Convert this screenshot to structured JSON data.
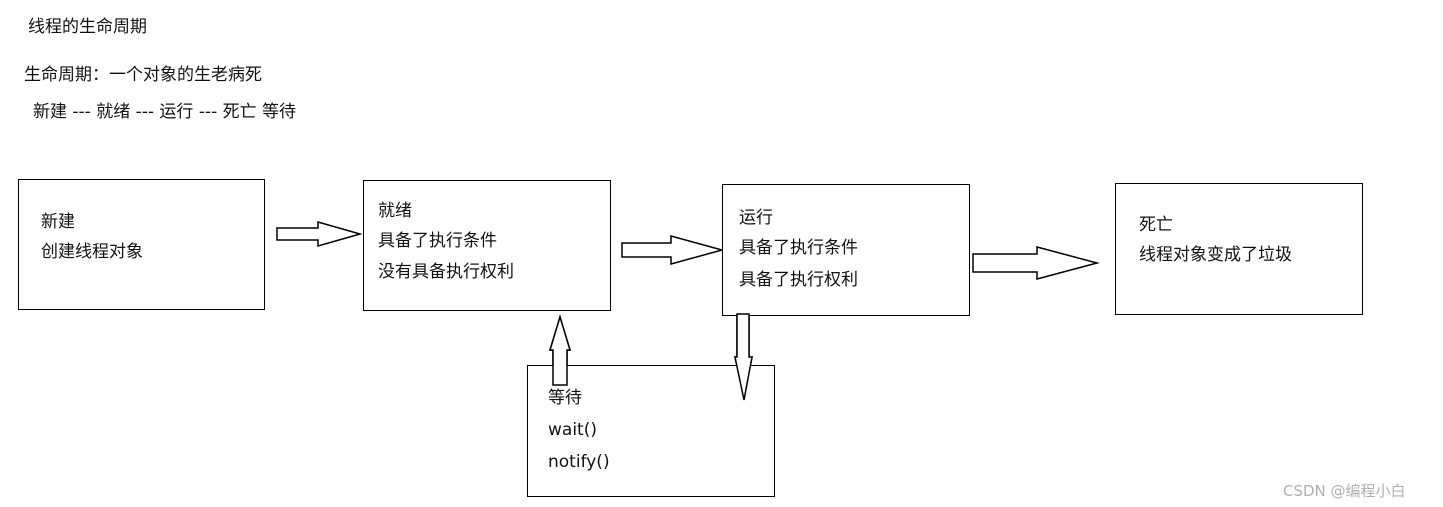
{
  "header": {
    "title": "线程的生命周期",
    "definition": "生命周期：一个对象的生老病死",
    "sequence": "新建 --- 就绪 --- 运行 --- 死亡  等待"
  },
  "states": {
    "new": {
      "title": "新建",
      "lines": [
        "创建线程对象"
      ]
    },
    "ready": {
      "title": "就绪",
      "lines": [
        "具备了执行条件",
        "没有具备执行权利"
      ]
    },
    "running": {
      "title": "运行",
      "lines": [
        "具备了执行条件",
        "具备了执行权利"
      ]
    },
    "dead": {
      "title": "死亡",
      "lines": [
        "线程对象变成了垃圾"
      ]
    },
    "waiting": {
      "title": "等待",
      "lines": [
        "wait()",
        "notify()"
      ]
    }
  },
  "watermark": "CSDN @编程小白",
  "colors": {
    "stroke": "#000000",
    "fill": "#ffffff",
    "text": "#111111"
  }
}
